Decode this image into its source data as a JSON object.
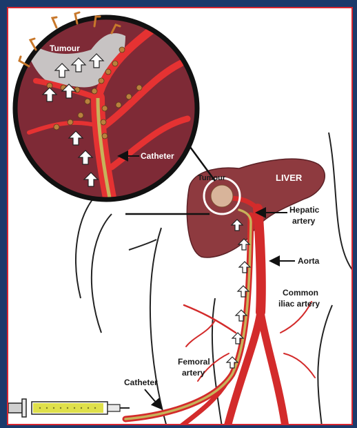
{
  "colors": {
    "background": "#1b3a6b",
    "border": "#d8262f",
    "artery": "#d32b2b",
    "liver": "#8e3a3f",
    "tumour": "#d8b49a",
    "catheter": "#c7b35a",
    "syringe_fluid": "#dfe04a"
  },
  "labels": {
    "tumour_inset": "Tumour",
    "catheter_inset": "Catheter",
    "tumour_liver": "Tumour",
    "liver": "LIVER",
    "hepatic_line1": "Hepatic",
    "hepatic_line2": "artery",
    "aorta": "Aorta",
    "iliac_line1": "Common",
    "iliac_line2": "iliac artery",
    "femoral_line1": "Femoral",
    "femoral_line2": "artery",
    "catheter": "Catheter"
  }
}
